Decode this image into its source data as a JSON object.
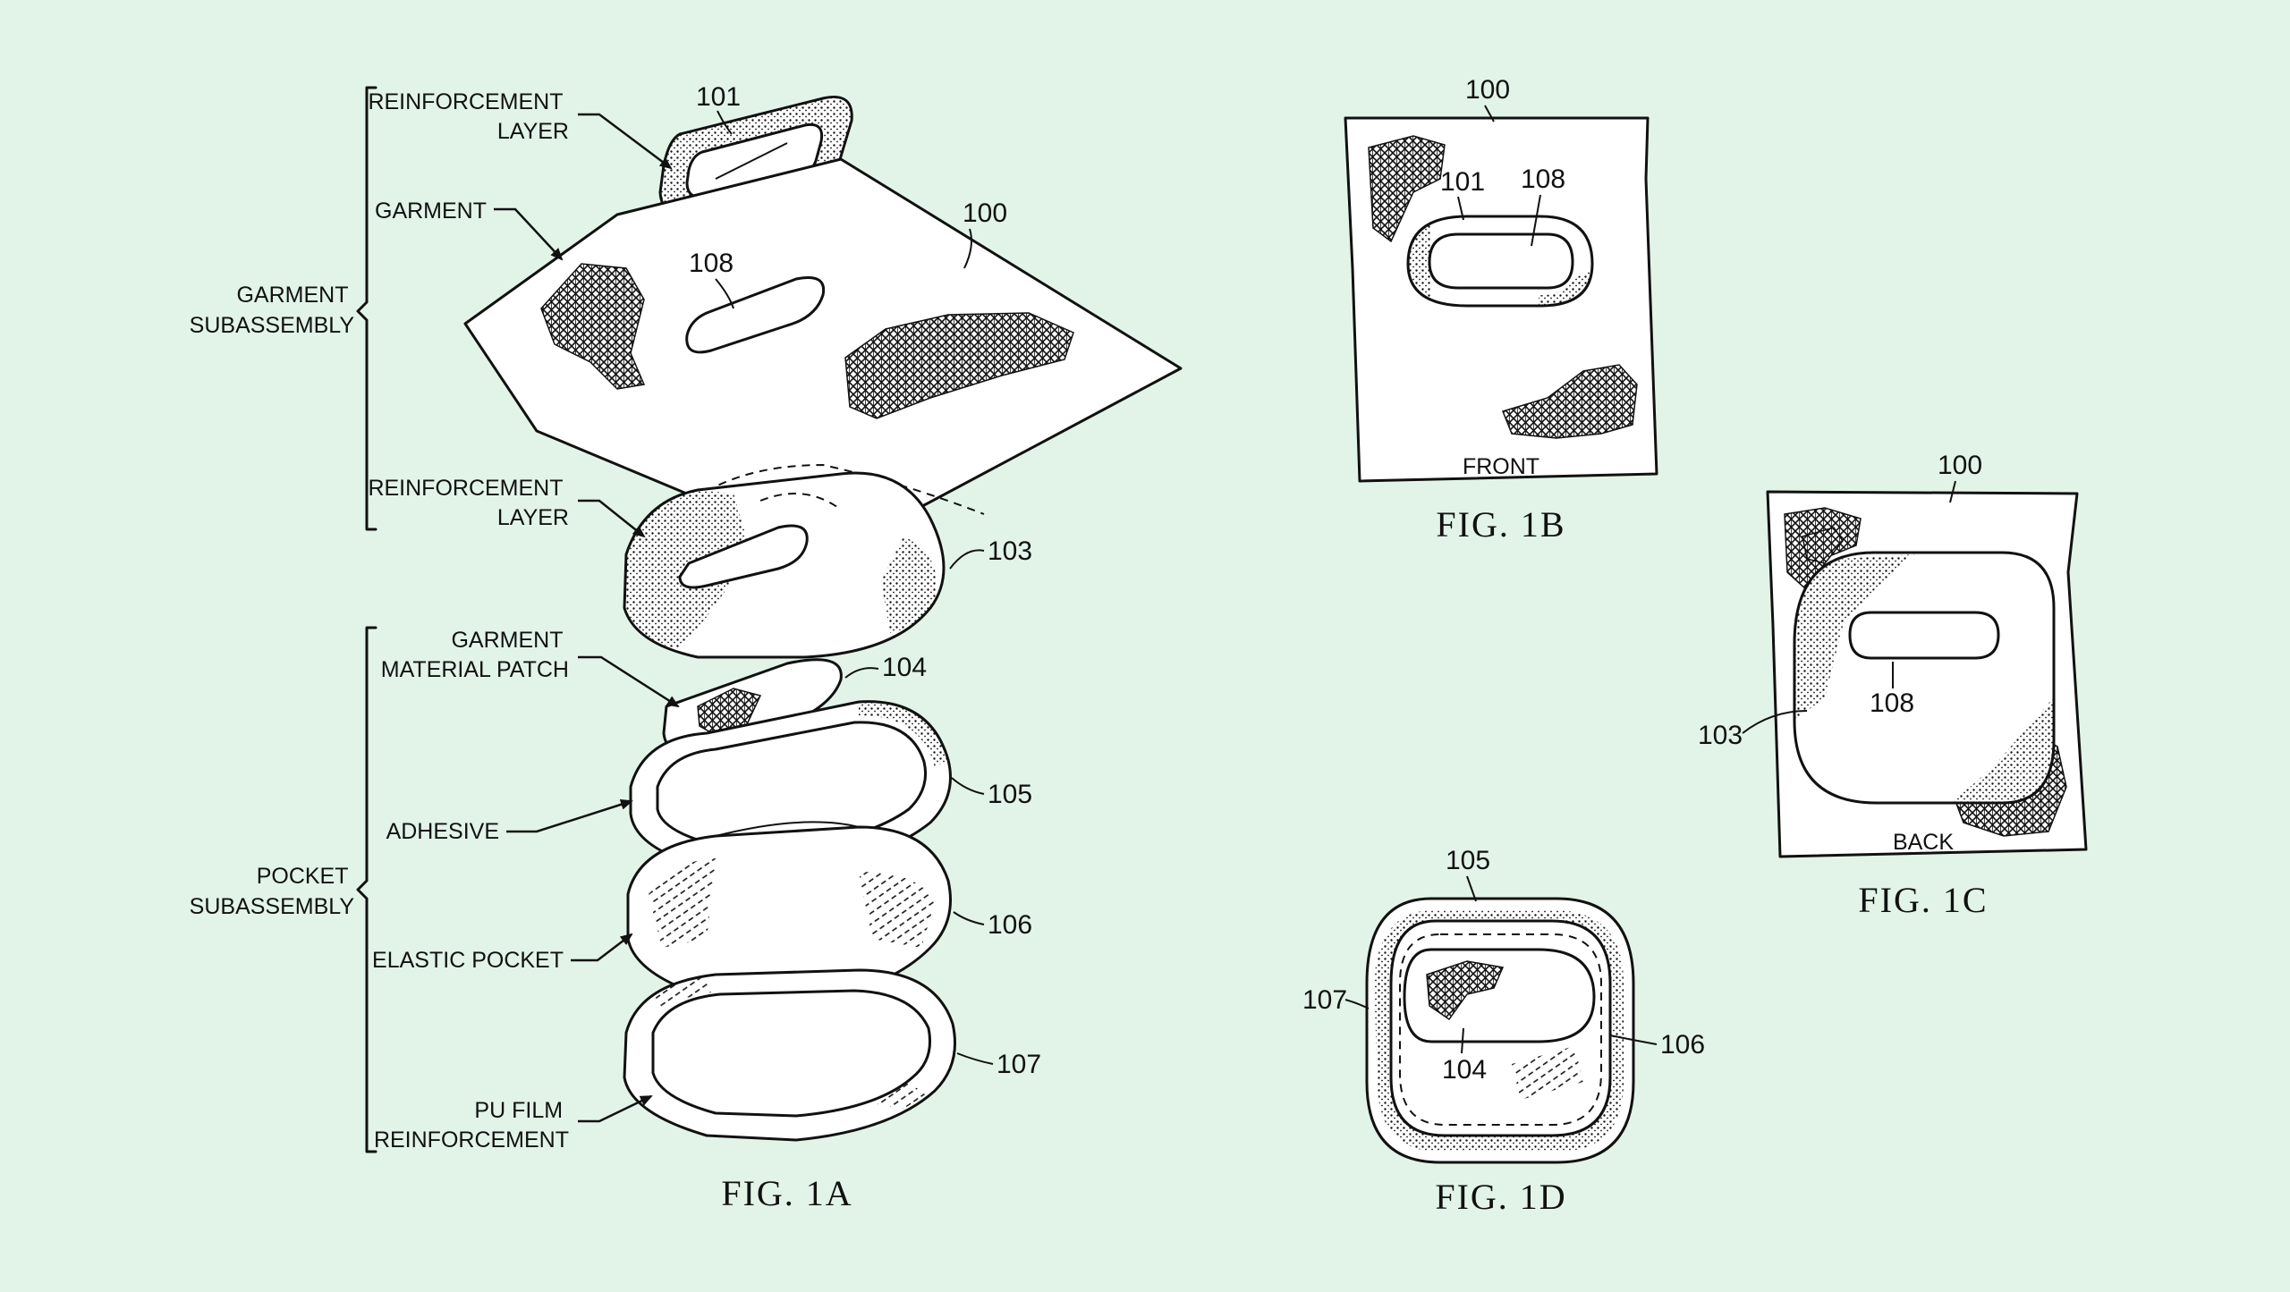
{
  "colors": {
    "background": "#e2f4e8",
    "ink": "#111111",
    "paper": "#ffffff"
  },
  "fig1a": {
    "caption": "FIG. 1A",
    "groups": {
      "garment_subassembly": [
        "GARMENT",
        "SUBASSEMBLY"
      ],
      "pocket_subassembly": [
        "POCKET",
        "SUBASSEMBLY"
      ]
    },
    "labels": {
      "reinforcement_layer_top": [
        "REINFORCEMENT",
        "LAYER"
      ],
      "garment": "GARMENT",
      "reinforcement_layer_mid": [
        "REINFORCEMENT",
        "LAYER"
      ],
      "garment_material_patch": [
        "GARMENT",
        "MATERIAL PATCH"
      ],
      "adhesive": "ADHESIVE",
      "elastic_pocket": "ELASTIC POCKET",
      "pu_film_reinforcement": [
        "PU FILM",
        "REINFORCEMENT"
      ]
    },
    "refs": {
      "r101": "101",
      "r100": "100",
      "r108": "108",
      "r103": "103",
      "r104": "104",
      "r105": "105",
      "r106": "106",
      "r107": "107"
    }
  },
  "fig1b": {
    "caption": "FIG. 1B",
    "side": "FRONT",
    "refs": {
      "r100": "100",
      "r101": "101",
      "r108": "108"
    }
  },
  "fig1c": {
    "caption": "FIG. 1C",
    "side": "BACK",
    "refs": {
      "r100": "100",
      "r103": "103",
      "r108": "108"
    }
  },
  "fig1d": {
    "caption": "FIG. 1D",
    "refs": {
      "r105": "105",
      "r107": "107",
      "r104": "104",
      "r106": "106"
    }
  }
}
